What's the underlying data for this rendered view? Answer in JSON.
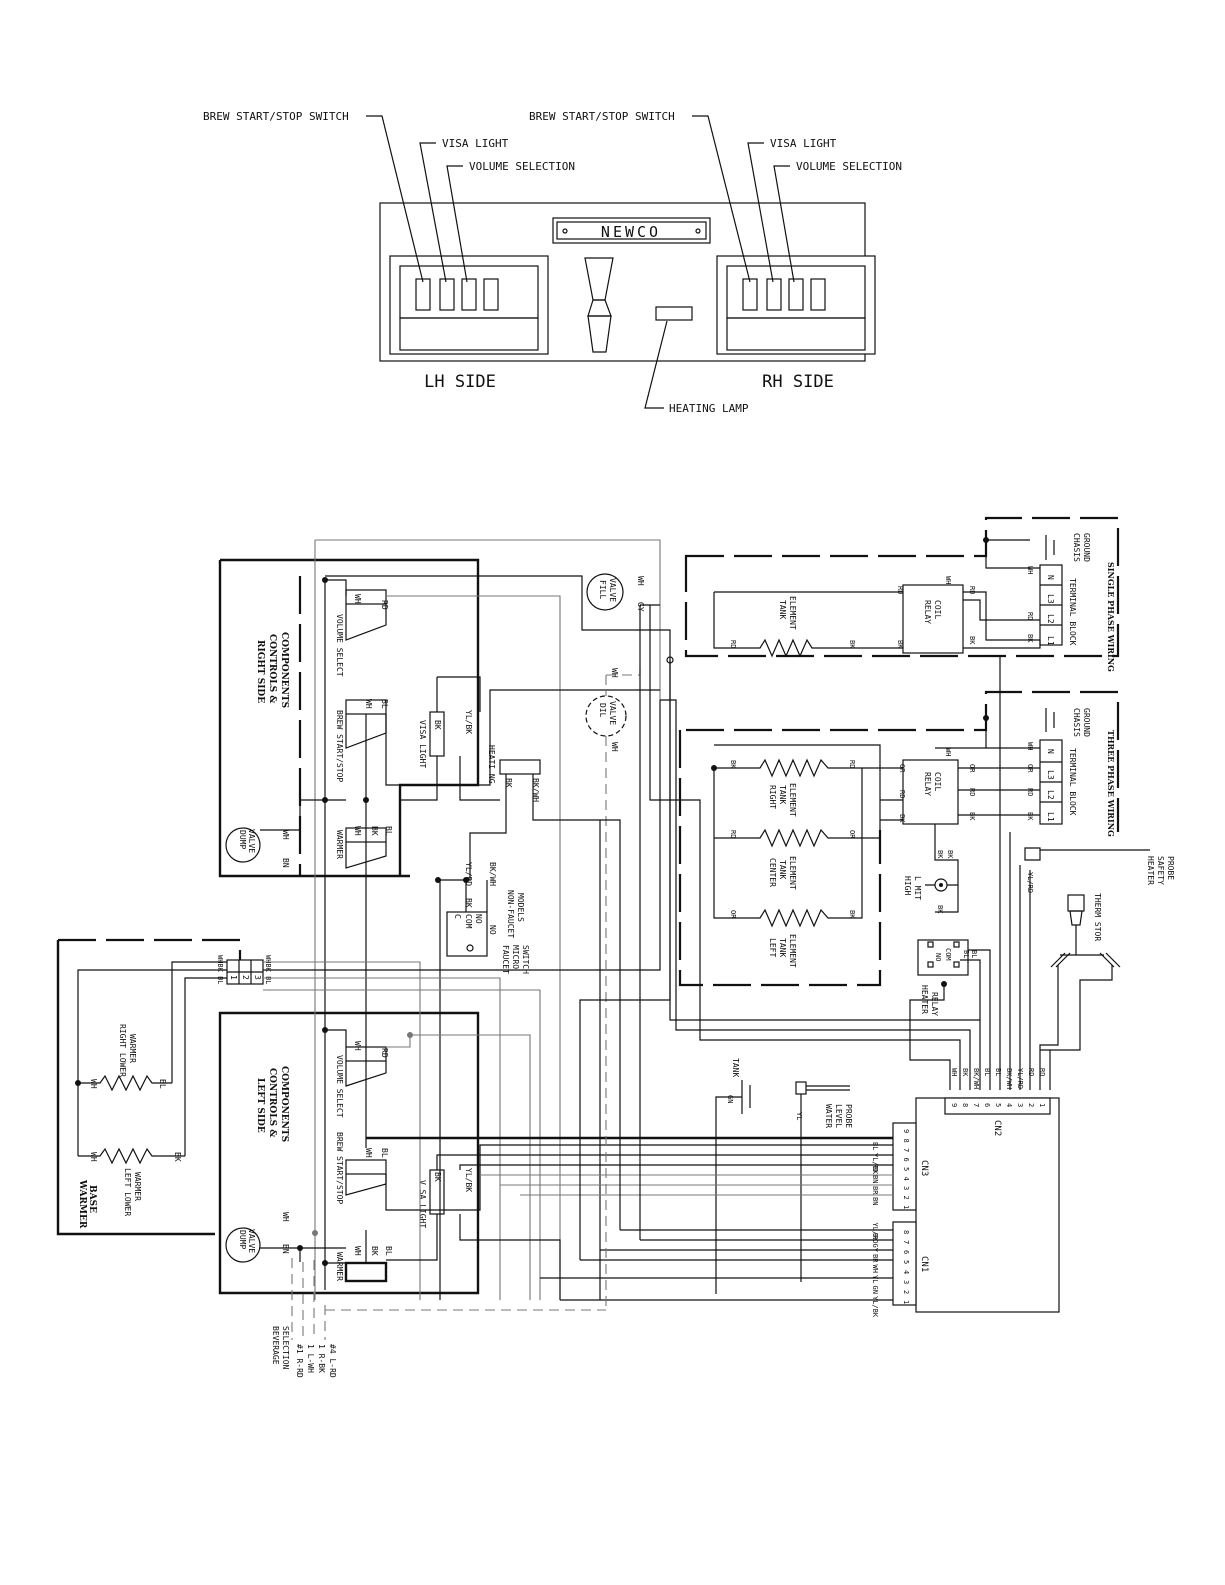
{
  "panel": {
    "logo": "NEWCO",
    "lh_side": "LH SIDE",
    "rh_side": "RH SIDE",
    "lh_callouts": {
      "brew": "BREW START/STOP SWITCH",
      "visa": "VISA LIGHT",
      "volume": "VOLUME SELECTION"
    },
    "rh_callouts": {
      "brew": "BREW START/STOP SWITCH",
      "visa": "VISA LIGHT",
      "volume": "VOLUME SELECTION"
    },
    "heating_lamp": "HEATING LAMP"
  },
  "schematic": {
    "right_side_block": [
      "RIGHT SIDE",
      "CONTROLS &",
      "COMPONENTS"
    ],
    "left_side_block": [
      "LEFT SIDE",
      "CONTROLS &",
      "COMPONENTS"
    ],
    "warmer_base": [
      "WARMER",
      "BASE"
    ],
    "volume_select": "VOLUME SELECT",
    "brew_start_stop": "BREW START/STOP",
    "visa_light": "VISA LIGHT",
    "visa_light_left": "V SA LIGHT",
    "warmer": "WARMER",
    "dump_valve": [
      "DUMP",
      "VALVE"
    ],
    "heating": "HEATI NG",
    "fill_valve": [
      "FILL",
      "VALVE"
    ],
    "dil_valve": [
      "DIL",
      "VALVE"
    ],
    "faucet_micro_switch": [
      "FAUCET",
      "MICRO",
      "SWITCH"
    ],
    "non_faucet_models": [
      "NON-FAUCET",
      "MODELS"
    ],
    "right_lower_warmer": [
      "RIGHT LOWER",
      "WARMER"
    ],
    "left_lower_warmer": [
      "LEFT LOWER",
      "WARMER"
    ],
    "tank_element": [
      "TANK",
      "ELEMENT"
    ],
    "right_tank_element": [
      "RIGHT",
      "TANK",
      "ELEMENT"
    ],
    "center_tank_element": [
      "CENTER",
      "TANK",
      "ELEMENT"
    ],
    "left_tank_element": [
      "LEFT",
      "TANK",
      "ELEMENT"
    ],
    "relay_coil": [
      "RELAY",
      "COIL"
    ],
    "terminal_block": "TERMINAL BLOCK",
    "single_phase": "SINGLE PHASE WIRING",
    "three_phase": "THREE PHASE WIRING",
    "chassis_ground": [
      "CHASIS",
      "GROUND"
    ],
    "terminals": [
      "L1",
      "L2",
      "L3",
      "N"
    ],
    "high_limit": [
      "HIGH",
      "L MIT"
    ],
    "heater_relay": [
      "HEATER",
      "RELAY"
    ],
    "heater_safety_probe": [
      "HEATER",
      "SAFETY",
      "PROBE"
    ],
    "thermistor": "THERM STOR",
    "water_level_probe": [
      "WATER",
      "LEVEL",
      "PROBE"
    ],
    "tank": "TANK",
    "beverage_selection": [
      "BEVERAGE",
      "SELECTION"
    ],
    "bev_select_wires": [
      "#1 R-RD",
      "1 L-WH",
      "1 R-BK",
      "#4 L-RD"
    ],
    "cn1": "CN1",
    "cn2": "CN2",
    "cn3": "CN3",
    "cn1_pins": [
      "1",
      "2",
      "3",
      "4",
      "5",
      "6",
      "7",
      "8"
    ],
    "cn1_wires": [
      "YL/BK",
      "GN",
      "YL",
      "WH",
      "BR",
      "GY",
      "BK",
      "YL/RD"
    ],
    "cn2_pins": [
      "9",
      "8",
      "7",
      "6",
      "5",
      "4",
      "3",
      "2",
      "1"
    ],
    "cn2_wires": [
      "WH",
      "BK",
      "BK/WH",
      "BL",
      "BL",
      "BK/WH",
      "YL/RD",
      "RD",
      "RD"
    ],
    "cn3_pins": [
      "1",
      "2",
      "3",
      "4",
      "5",
      "6",
      "7",
      "8",
      "9"
    ],
    "cn3_wires": [
      "BN",
      "BR",
      "BN",
      "RD",
      "YL/BK",
      "BL"
    ],
    "wire_labels": {
      "wh": "WH",
      "bk": "BK",
      "bl": "BL",
      "rd": "RD",
      "bn": "BN",
      "or": "OR",
      "gy": "GY",
      "gn": "GN",
      "yl": "YL",
      "yl_bk": "YL/BK",
      "yl_rd": "YL/RD",
      "bk_wh": "BK/WH",
      "c": "C",
      "com": "COM",
      "no": "NO"
    },
    "warmer_conn_pins": [
      "1",
      "2",
      "3"
    ],
    "warmer_conn_top": "WHBK BL",
    "warmer_conn_bot": "WHBK BL"
  }
}
